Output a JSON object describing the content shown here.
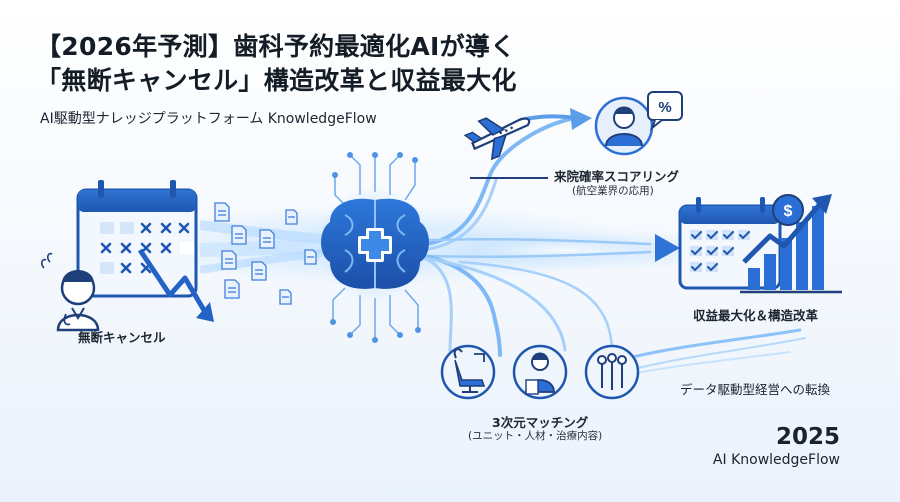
{
  "header": {
    "title_line1": "【2026年予測】歯科予約最適化AIが導く",
    "title_line2": "「無断キャンセル」構造改革と収益最大化",
    "subtitle": "AI駆動型ナレッジプラットフォーム KnowledgeFlow"
  },
  "labels": {
    "no_show": "無断キャンセル",
    "scoring": "来院確率スコアリング",
    "scoring_sub": "(航空業界の応用)",
    "revenue": "収益最大化＆構造改革",
    "data_driven": "データ駆動型経営への転換",
    "matching": "3次元マッチング",
    "matching_sub": "(ユニット・人材・治療内容)"
  },
  "icons": {
    "percent_symbol": "%",
    "dollar_symbol": "$"
  },
  "footer": {
    "year": "2025",
    "brand": "AI KnowledgeFlow"
  },
  "colors": {
    "primary_blue": "#2b6fd6",
    "light_blue": "#6fb3ff",
    "navy": "#1f3f7a"
  }
}
